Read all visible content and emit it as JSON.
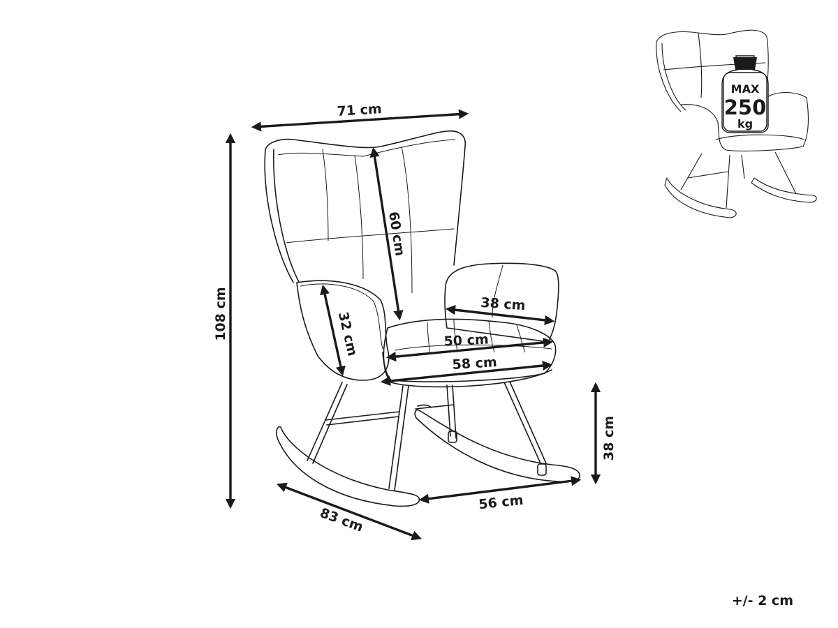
{
  "dimensions": {
    "total_width": "71 cm",
    "total_height": "108 cm",
    "backrest_height": "60 cm",
    "armrest_height": "32 cm",
    "armrest_length": "38 cm",
    "seat_width": "50 cm",
    "seat_depth": "58 cm",
    "seat_height": "38 cm",
    "base_width": "56 cm",
    "total_depth": "83 cm"
  },
  "weight_capacity": {
    "label_top": "MAX",
    "value": "250",
    "unit": "kg"
  },
  "tolerance": "+/- 2 cm"
}
